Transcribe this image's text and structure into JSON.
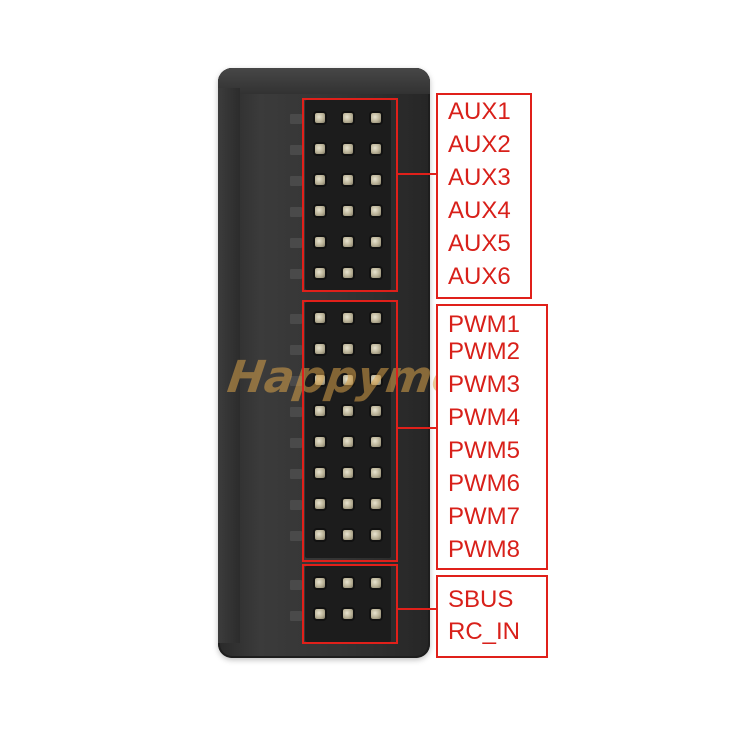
{
  "groups": [
    {
      "labels": [
        "AUX1",
        "AUX2",
        "AUX3",
        "AUX4",
        "AUX5",
        "AUX6"
      ]
    },
    {
      "labels": [
        "PWM1",
        "PWM2",
        "PWM3",
        "PWM4",
        "PWM5",
        "PWM6",
        "PWM7",
        "PWM8"
      ]
    },
    {
      "labels": [
        "SBUS",
        "RC_IN"
      ]
    }
  ],
  "watermark": "Happymodel",
  "colors": {
    "highlight": "#e0201a",
    "label_text": "#d8201a",
    "device_body": "#333333",
    "pin": "#d8d2bb",
    "watermark": "#d8a24a"
  }
}
